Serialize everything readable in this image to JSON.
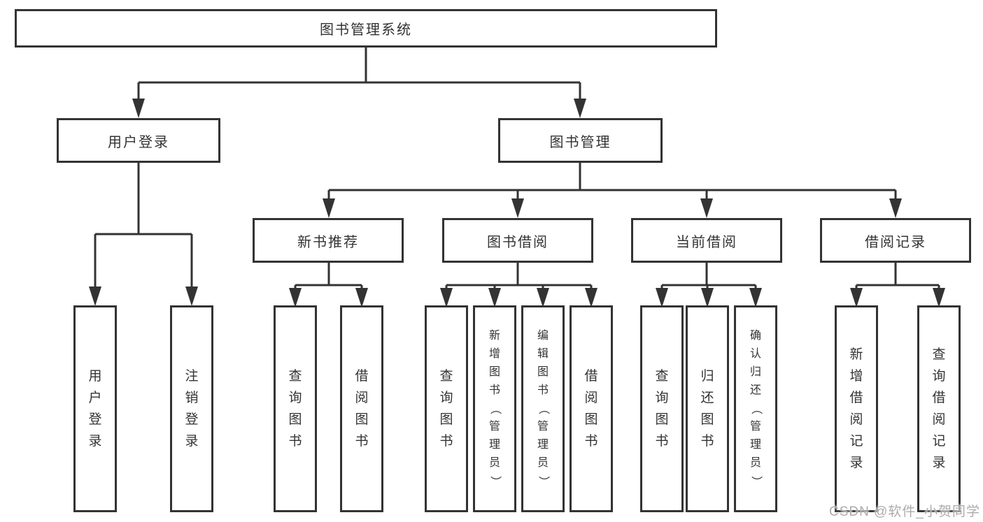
{
  "root": {
    "label": "图书管理系统"
  },
  "branches": [
    {
      "label": "用户登录",
      "children": [
        {
          "label": "用户登录"
        },
        {
          "label": "注销登录"
        }
      ]
    },
    {
      "label": "图书管理",
      "sections": [
        {
          "label": "新书推荐",
          "children": [
            {
              "label": "查询图书"
            },
            {
              "label": "借阅图书"
            }
          ]
        },
        {
          "label": "图书借阅",
          "children": [
            {
              "label": "查询图书"
            },
            {
              "label": "新增图书（管理员）"
            },
            {
              "label": "编辑图书（管理员）"
            },
            {
              "label": "借阅图书"
            }
          ]
        },
        {
          "label": "当前借阅",
          "children": [
            {
              "label": "查询图书"
            },
            {
              "label": "归还图书"
            },
            {
              "label": "确认归还（管理员）"
            }
          ]
        },
        {
          "label": "借阅记录",
          "children": [
            {
              "label": "新增借阅记录"
            },
            {
              "label": "查询借阅记录"
            }
          ]
        }
      ]
    }
  ],
  "watermark": {
    "text": "CSDN @软件_小贺同学"
  },
  "colors": {
    "line": "#333333",
    "text": "#333333",
    "box_background": "#ffffff",
    "watermark": "#ababab"
  }
}
